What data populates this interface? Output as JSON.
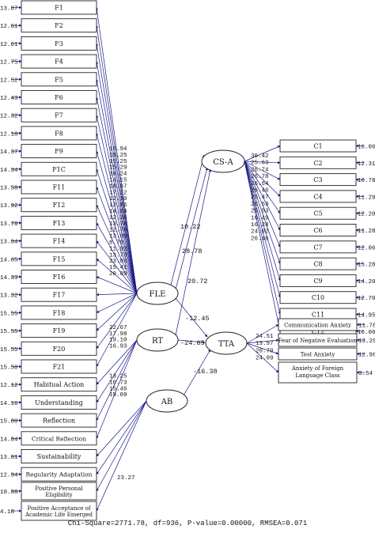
{
  "left_indicators": [
    {
      "label": "F1",
      "error": "13.07",
      "loading": "16.94"
    },
    {
      "label": "F2",
      "error": "12.61",
      "loading": "15.25"
    },
    {
      "label": "F3",
      "error": "12.61",
      "loading": "15.25"
    },
    {
      "label": "F4",
      "error": "12.75",
      "loading": "15.29"
    },
    {
      "label": "F5",
      "error": "12.52",
      "loading": "16.24"
    },
    {
      "label": "F6",
      "error": "12.43",
      "loading": "14.15"
    },
    {
      "label": "F7",
      "error": "12.32",
      "loading": "18.97"
    },
    {
      "label": "F8",
      "error": "12.18",
      "loading": "17.22"
    },
    {
      "label": "F9",
      "error": "14.37",
      "loading": "12.10"
    },
    {
      "label": "F1C",
      "error": "14.34",
      "loading": "12.86"
    },
    {
      "label": "F11",
      "error": "13.58",
      "loading": "14.84"
    },
    {
      "label": "F12",
      "error": "13.92",
      "loading": "12.36"
    },
    {
      "label": "F13",
      "error": "13.78",
      "loading": "13.78"
    },
    {
      "label": "F14",
      "error": "13.84",
      "loading": "12.76"
    },
    {
      "label": "F15",
      "error": "14.65",
      "loading": "13.09"
    },
    {
      "label": "F16",
      "error": "14.33",
      "loading": "8.70"
    },
    {
      "label": "F17",
      "error": "13.32",
      "loading": "11.92"
    },
    {
      "label": "F18",
      "error": "15.55",
      "loading": "13.73"
    },
    {
      "label": "F19",
      "error": "15.55",
      "loading": "23.03"
    },
    {
      "label": "F20",
      "error": "15.55",
      "loading": "15.41"
    },
    {
      "label": "F21",
      "error": "15.50",
      "loading": "20.89"
    },
    {
      "label": "Habitual Action",
      "error": "12.12",
      "loading": "22.67"
    },
    {
      "label": "Understanding",
      "error": "14.16",
      "loading": "17.98"
    },
    {
      "label": "Reflection",
      "error": "15.80",
      "loading": "19.10"
    },
    {
      "label": "Critical Reflection",
      "error": "14.84",
      "loading": "16.93"
    },
    {
      "label": "Sustainability",
      "error": "13.01",
      "loading": "13.25"
    },
    {
      "label": "Regularity Adaptation",
      "error": "12.94",
      "loading": "10.73"
    },
    {
      "label": "Positive Personal Eligibility",
      "error": "10.88",
      "loading": "15.46"
    },
    {
      "label": "Positive Acceptance of Academic Life Emerged",
      "error": "4.18",
      "loading": "19.09"
    }
  ],
  "extra_loading": "23.27",
  "latent": {
    "fle": "FLE",
    "rt": "RT",
    "ab": "AB",
    "csa": "CS-A",
    "tta": "TTA"
  },
  "paths": {
    "fle_csa_a": "10.22",
    "fle_csa_b": "28.78",
    "rt_csa": "20.72",
    "fle_tta": "-12.45",
    "rt_tta": "-24.65",
    "ab_tta": "-16.38"
  },
  "csa_indicators": [
    {
      "label": "C1",
      "loading": "30.42",
      "error": "16.06"
    },
    {
      "label": "C2",
      "loading": "25.63",
      "error": "12.31"
    },
    {
      "label": "C3",
      "loading": "26.74",
      "error": "10.78"
    },
    {
      "label": "C4",
      "loading": "26.78",
      "error": "11.29"
    },
    {
      "label": "C5",
      "loading": "26.64",
      "error": "12.20"
    },
    {
      "label": "C6",
      "loading": "26.46",
      "error": "11.28"
    },
    {
      "label": "C7",
      "loading": "26.47",
      "error": "12.06"
    },
    {
      "label": "C8",
      "loading": "26.63",
      "error": "15.28"
    },
    {
      "label": "C9",
      "loading": "25.53",
      "error": "14.20"
    },
    {
      "label": "C10",
      "loading": "16.49",
      "error": "12.70"
    },
    {
      "label": "C11",
      "loading": "16.28",
      "error": "14.95"
    },
    {
      "label": "C12",
      "loading": "24.02",
      "error": "16.00"
    },
    {
      "label": "",
      "loading": "26.46",
      "error": ""
    }
  ],
  "tta_indicators": [
    {
      "label": "Communication Anxiety",
      "loading": "24.51",
      "error": "11.78"
    },
    {
      "label": "Fear of Negative Evaluation",
      "loading": "13.97",
      "error": "13.29"
    },
    {
      "label": "Test Anxiety",
      "loading": "20.70",
      "error": "12.96"
    },
    {
      "label": "Anxiety of Foreign Language Class",
      "loading": "24.09",
      "error": "3.54"
    }
  ],
  "fit_stats": "Chi-Square=2771.78, df=936, P-value=0.00000, RMSEA=0.071",
  "colors": {
    "arrow": "#1a1a8c",
    "box_border": "#222222"
  }
}
